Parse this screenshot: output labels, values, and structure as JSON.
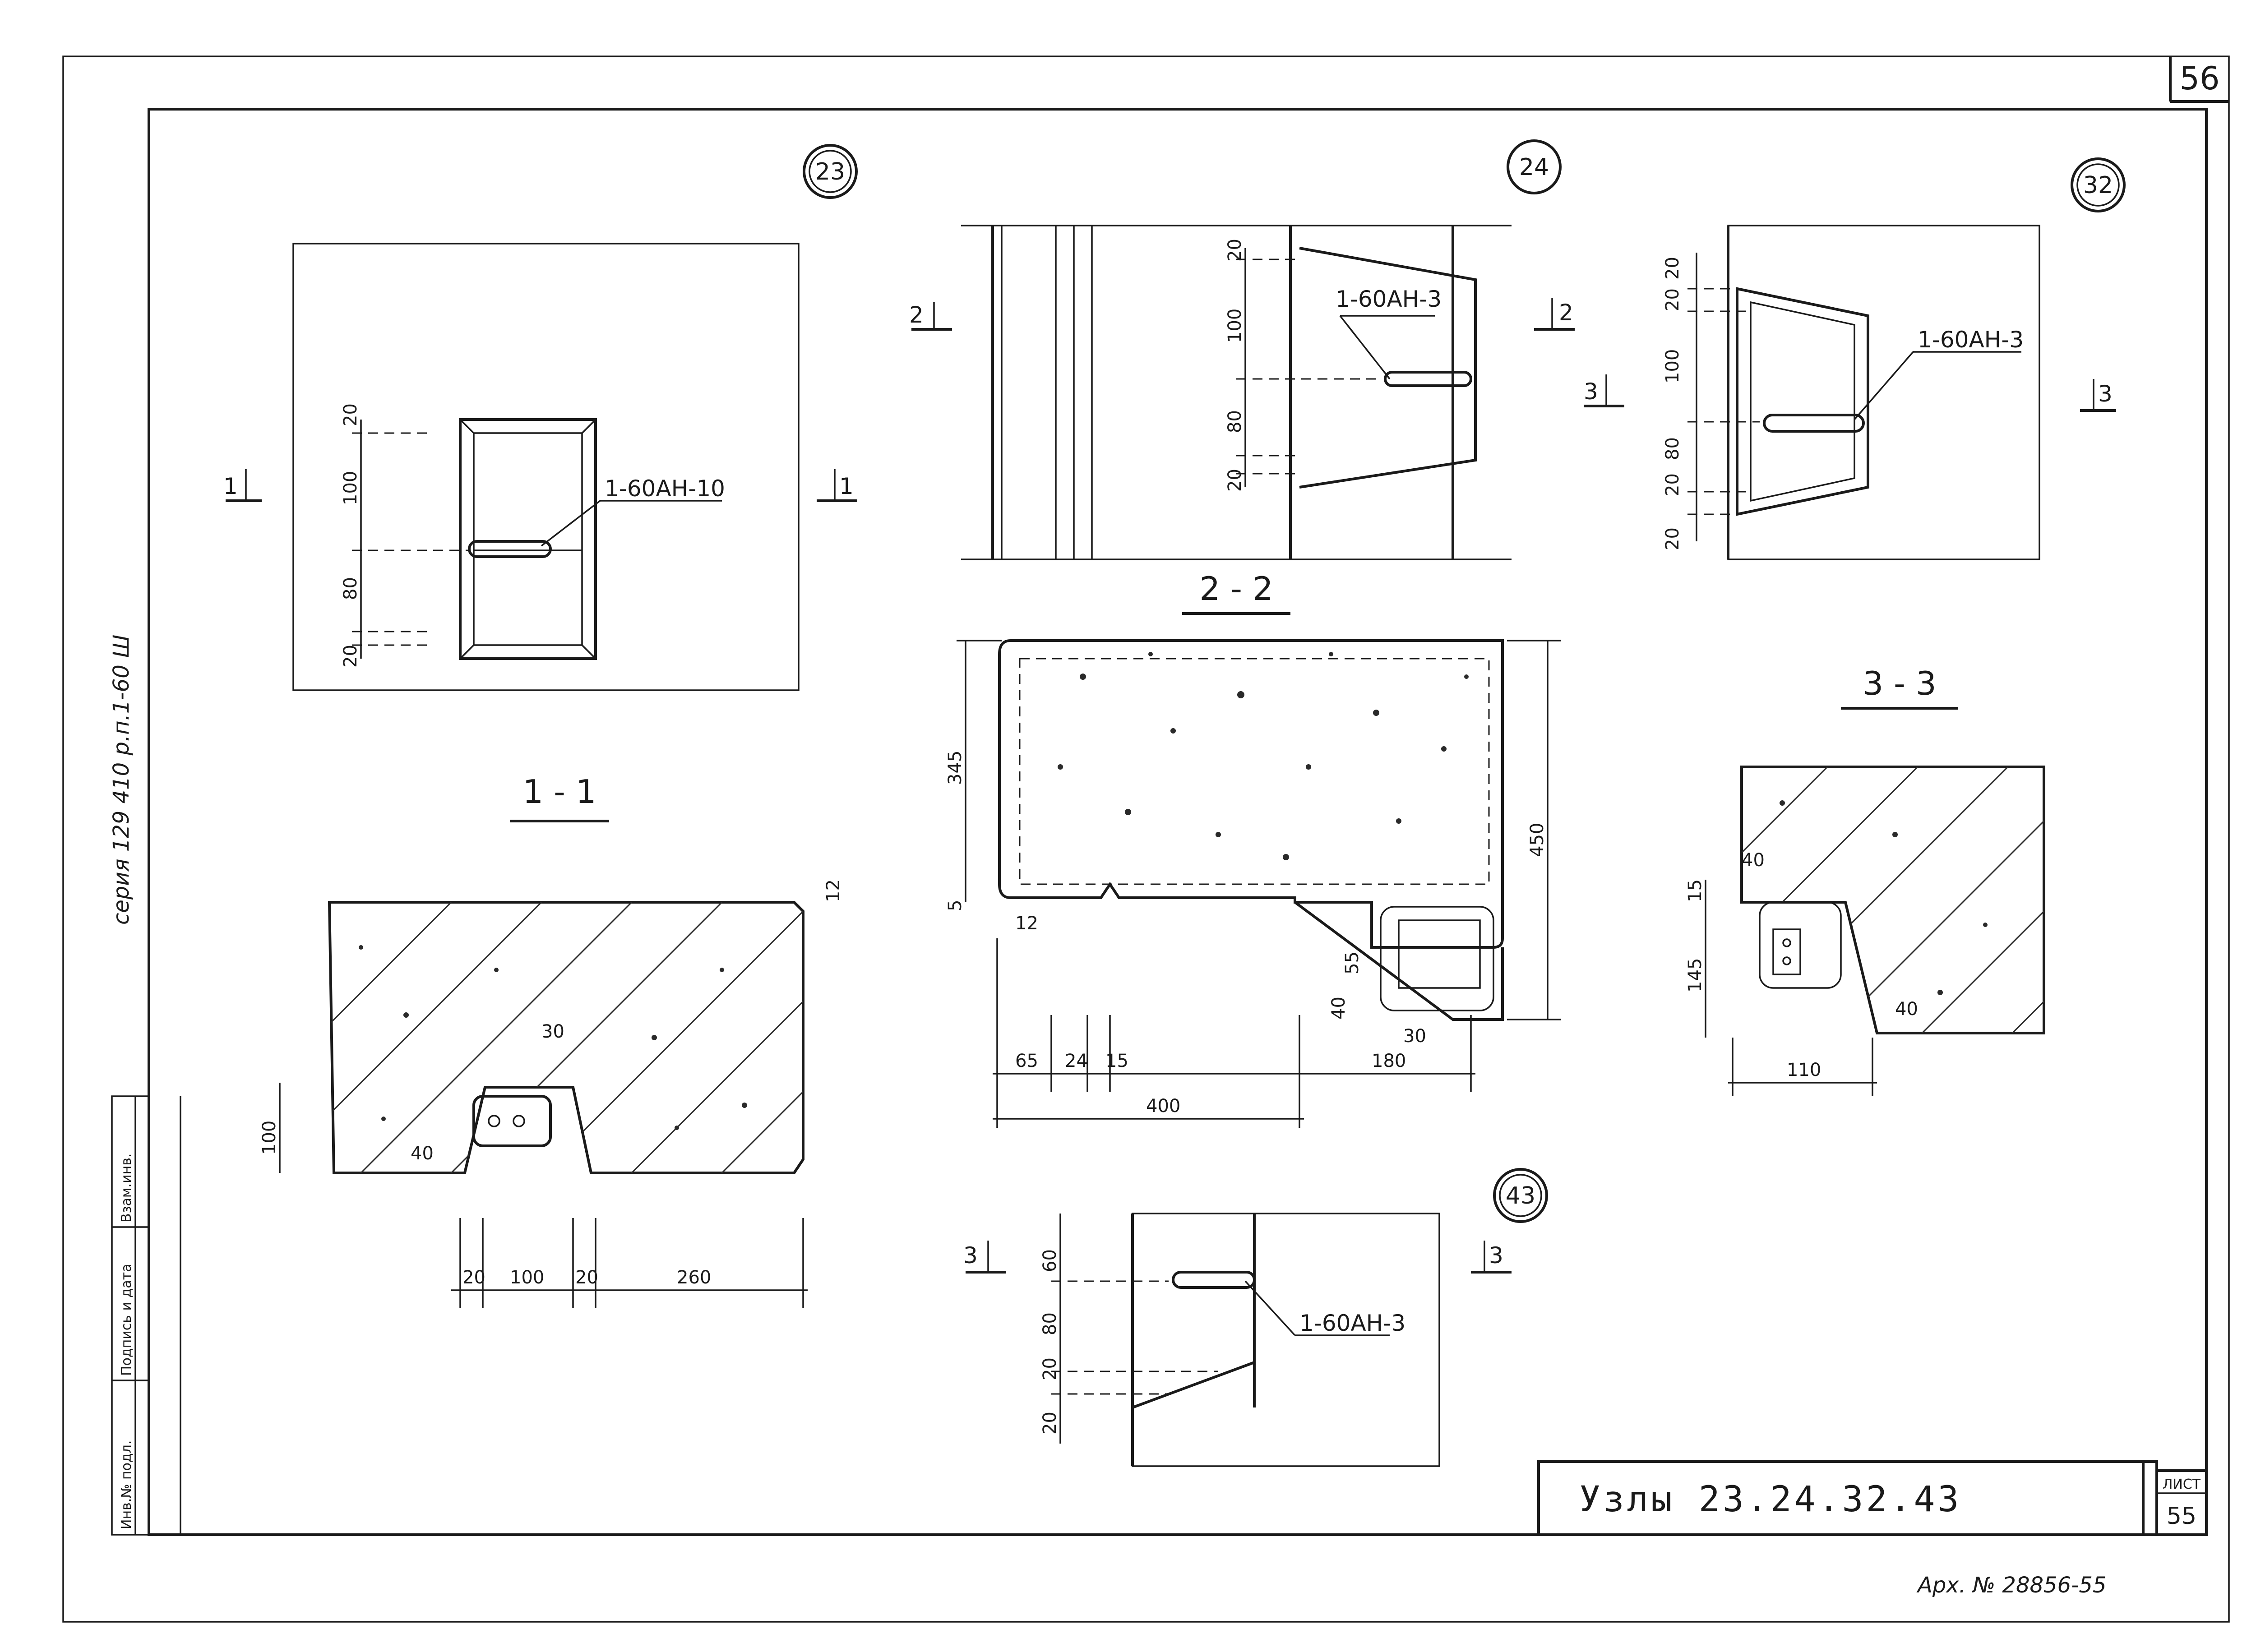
{
  "sheet": {
    "page_number": "56",
    "sheet_label": "ЛИСТ",
    "sheet_number": "55",
    "title": "Узлы 23.24.32.43",
    "archive": "Арх. № 28856-55",
    "side_series": "серия 129 410 р.п.1-60 Ш",
    "stamp_cells": [
      "Инв.№ подл.",
      "Подпись и дата",
      "Взам.инв."
    ]
  },
  "nodes": {
    "n23": {
      "number": "23",
      "cut_left": "1",
      "cut_right": "1",
      "dims": [
        "20",
        "100",
        "80",
        "20"
      ],
      "callout": "1-60АН-10"
    },
    "n24": {
      "number": "24",
      "cut_left": "2",
      "cut_right": "2",
      "dims": [
        "20",
        "100",
        "80",
        "20"
      ],
      "callout": "1-60АН-3"
    },
    "n32": {
      "number": "32",
      "cut_left": "3",
      "cut_right": "3",
      "dims": [
        "20",
        "20",
        "100",
        "80",
        "20",
        "20"
      ],
      "callout": "1-60АН-3"
    },
    "n43": {
      "number": "43",
      "cut_left": "3",
      "cut_right": "3",
      "dims": [
        "60",
        "80",
        "20",
        "20"
      ],
      "callout": "1-60АН-3"
    }
  },
  "sections": {
    "s11": {
      "label": "1 - 1",
      "d_top": "12",
      "d_left": "100",
      "d_in1": "30",
      "d_in2": "40",
      "bottom": [
        "20",
        "100",
        "20",
        "260"
      ]
    },
    "s22": {
      "label": "2 - 2",
      "d_left1": "345",
      "d_left2": "5",
      "d_right": "450",
      "d_small": "12",
      "d_step1": "55",
      "d_step2": "40",
      "d_30": "30",
      "bottom": [
        "65",
        "24",
        "15",
        "400",
        "180"
      ]
    },
    "s33": {
      "label": "3 - 3",
      "d_15": "15",
      "d_145": "145",
      "d_40a": "40",
      "d_40b": "40",
      "d_110": "110"
    }
  }
}
